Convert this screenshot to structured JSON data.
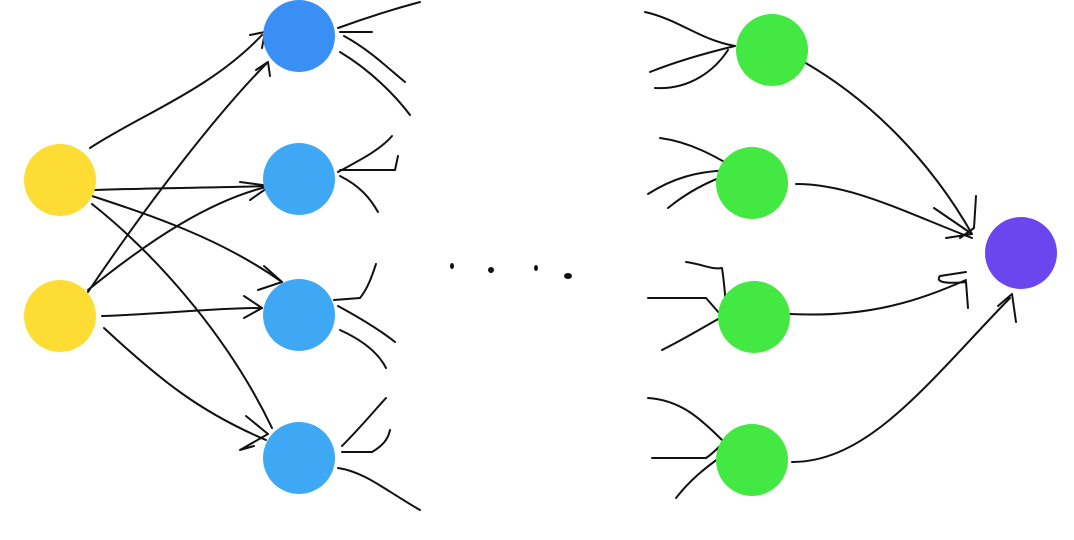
{
  "diagram": {
    "type": "neural-network-sketch",
    "background": "#ffffff",
    "stroke_color": "#111111",
    "ellipsis": "....",
    "layers": [
      {
        "id": "input",
        "color": "#fddc33",
        "node_count": 2,
        "position": "left"
      },
      {
        "id": "hidden-first",
        "color": "#3ea8f4",
        "highlight_color": "#3a8ff4",
        "node_count": 4,
        "position": "left-center"
      },
      {
        "id": "hidden-last",
        "color": "#43e843",
        "node_count": 4,
        "position": "right-center"
      },
      {
        "id": "output",
        "color": "#6b45ee",
        "node_count": 1,
        "position": "right"
      }
    ],
    "connections": [
      {
        "from": "input",
        "to": "hidden-first",
        "pattern": "fully-connected"
      },
      {
        "from": "hidden-last",
        "to": "output",
        "pattern": "fully-connected"
      }
    ]
  }
}
